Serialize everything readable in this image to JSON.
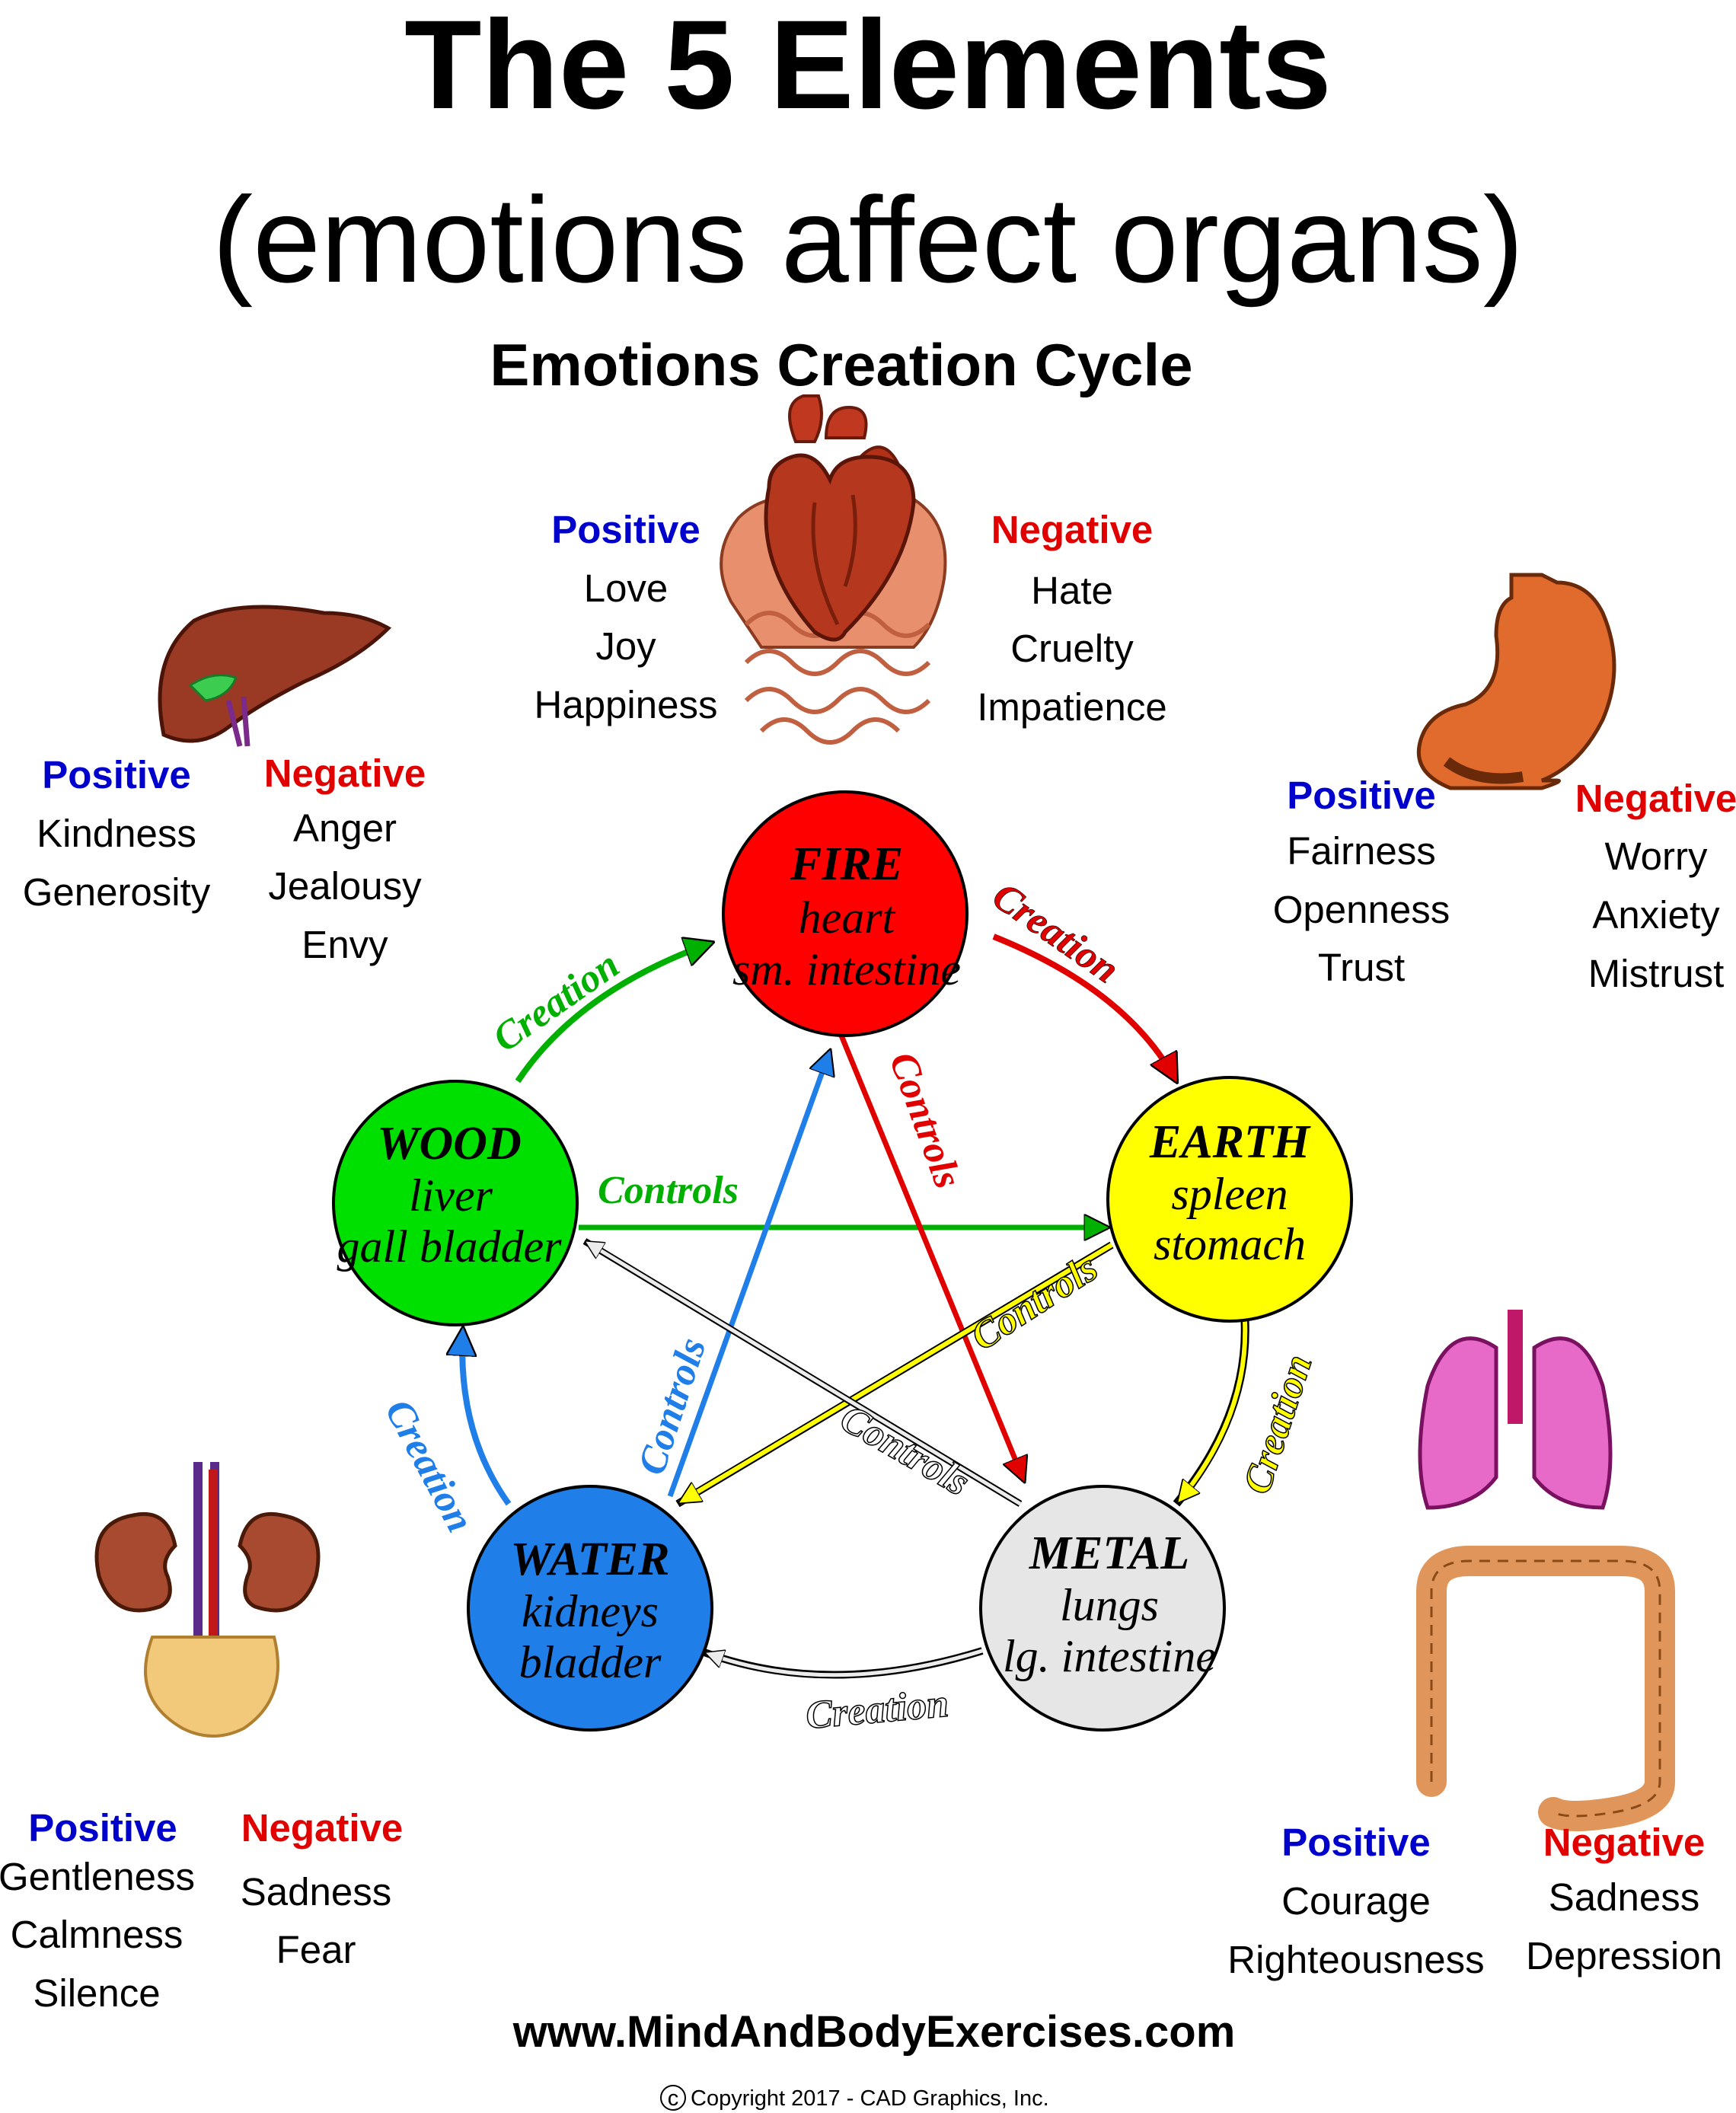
{
  "header": {
    "title": "The 5 Elements",
    "subtitle": "(emotions affect organs)",
    "cycle_title": "Emotions Creation Cycle"
  },
  "elements": {
    "fire": {
      "name": "FIRE",
      "organ1": "heart",
      "organ2": "sm. intestine",
      "color": "#ff0000"
    },
    "earth": {
      "name": "EARTH",
      "organ1": "spleen",
      "organ2": "stomach",
      "color": "#ffff00"
    },
    "metal": {
      "name": "METAL",
      "organ1": "lungs",
      "organ2": "lg. intestine",
      "color": "#e6e6e6"
    },
    "water": {
      "name": "WATER",
      "organ1": "kidneys",
      "organ2": "bladder",
      "color": "#1f7ee8"
    },
    "wood": {
      "name": "WOOD",
      "organ1": "liver",
      "organ2": "gall bladder",
      "color": "#00e000"
    }
  },
  "arrows": {
    "creation_label": "Creation",
    "controls_label": "Controls"
  },
  "emotions": {
    "positive_label": "Positive",
    "negative_label": "Negative",
    "positive_color": "#0000cc",
    "negative_color": "#e00000",
    "fire": {
      "positive": [
        "Love",
        "Joy",
        "Happiness"
      ],
      "negative": [
        "Hate",
        "Cruelty",
        "Impatience"
      ]
    },
    "wood": {
      "positive": [
        "Kindness",
        "Generosity"
      ],
      "negative": [
        "Anger",
        "Jealousy",
        "Envy"
      ]
    },
    "earth": {
      "positive": [
        "Fairness",
        "Openness",
        "Trust"
      ],
      "negative": [
        "Worry",
        "Anxiety",
        "Mistrust"
      ]
    },
    "water": {
      "positive": [
        "Gentleness",
        "Calmness",
        "Silence"
      ],
      "negative": [
        "Sadness",
        "Fear"
      ]
    },
    "metal": {
      "positive": [
        "Courage",
        "Righteousness"
      ],
      "negative": [
        "Sadness",
        "Depression"
      ]
    }
  },
  "organ_icons": [
    "heart-intestine-icon",
    "liver-icon",
    "stomach-icon",
    "kidneys-bladder-icon",
    "lungs-icon",
    "large-intestine-icon"
  ],
  "footer": {
    "website": "www.MindAndBodyExercises.com",
    "copyright_symbol": "c",
    "copyright": "Copyright 2017 - CAD Graphics, Inc."
  }
}
